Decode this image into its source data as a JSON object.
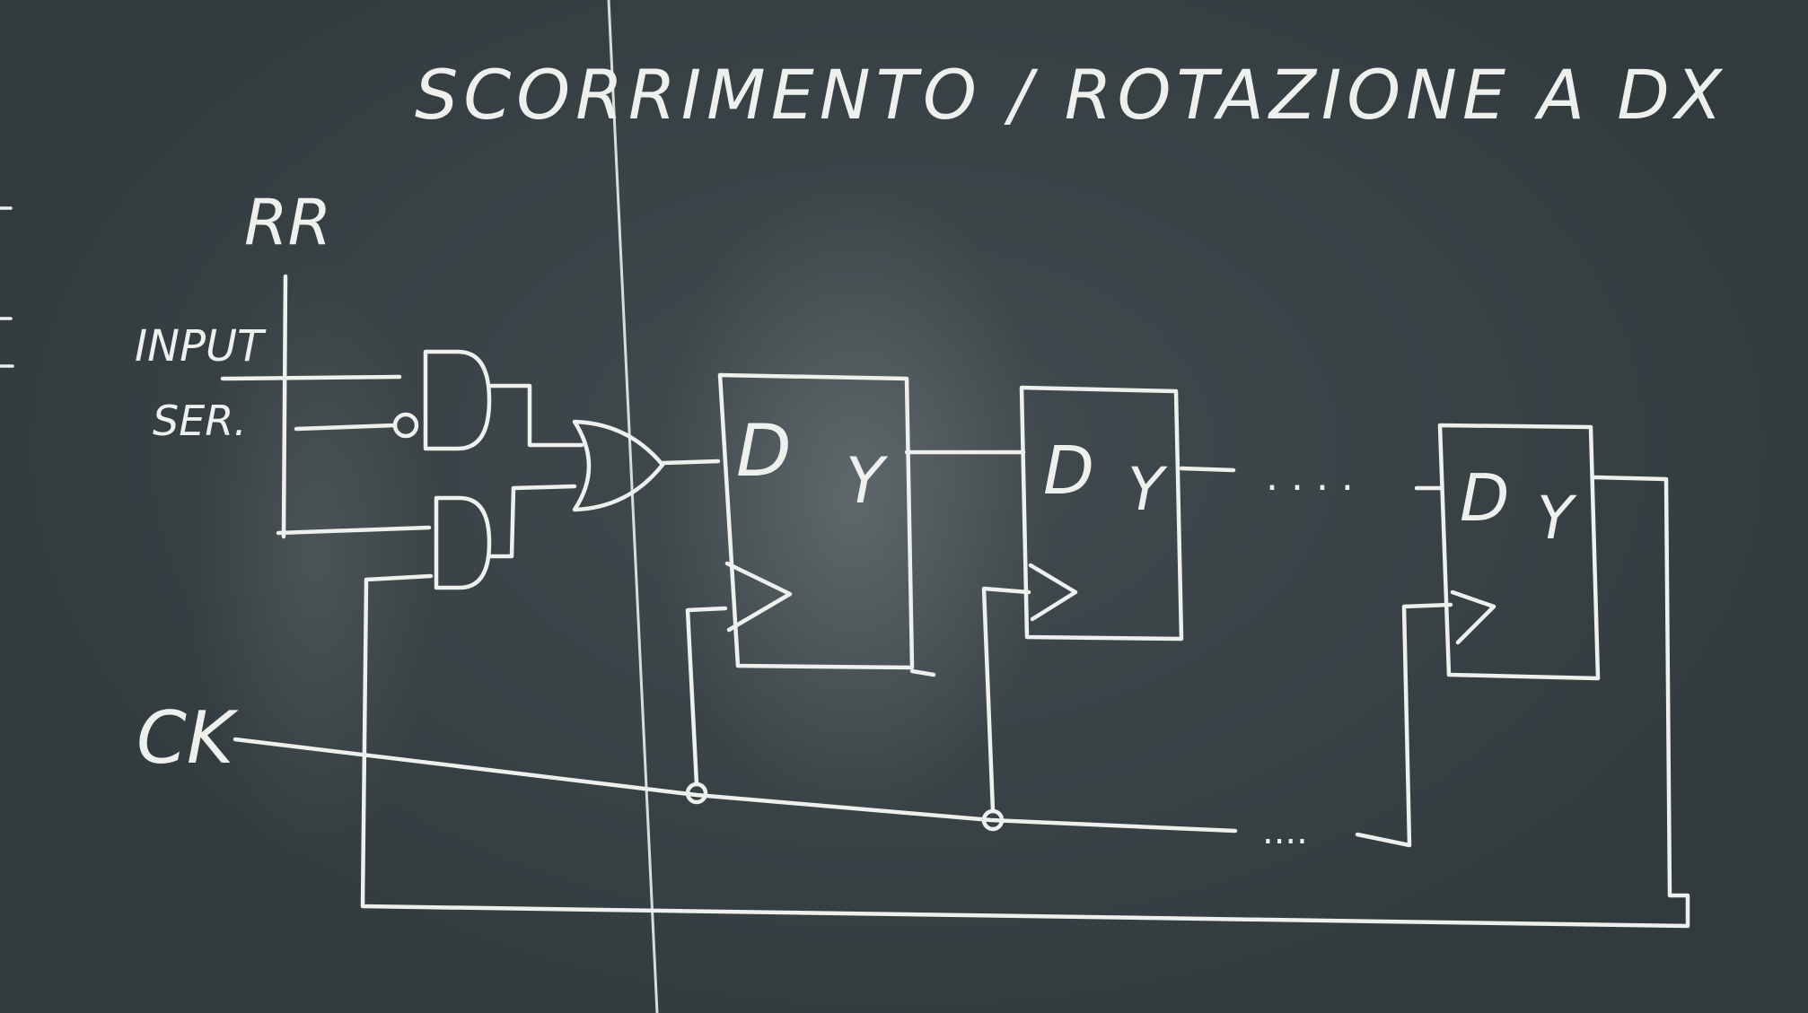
{
  "diagram": {
    "title": "SCORRIMENTO / ROTAZIONE A DX",
    "labels": {
      "rr": "RR",
      "input_line1": "INPUT",
      "input_line2": "SER.",
      "clock": "CK",
      "ff_data": "D",
      "ff_out": "Y",
      "ellipsis_top": ". . . .",
      "ellipsis_bottom": "...."
    },
    "flip_flop_count_shown": 3,
    "colors": {
      "board": "#3b4548",
      "chalk": "#eef0ee"
    }
  }
}
